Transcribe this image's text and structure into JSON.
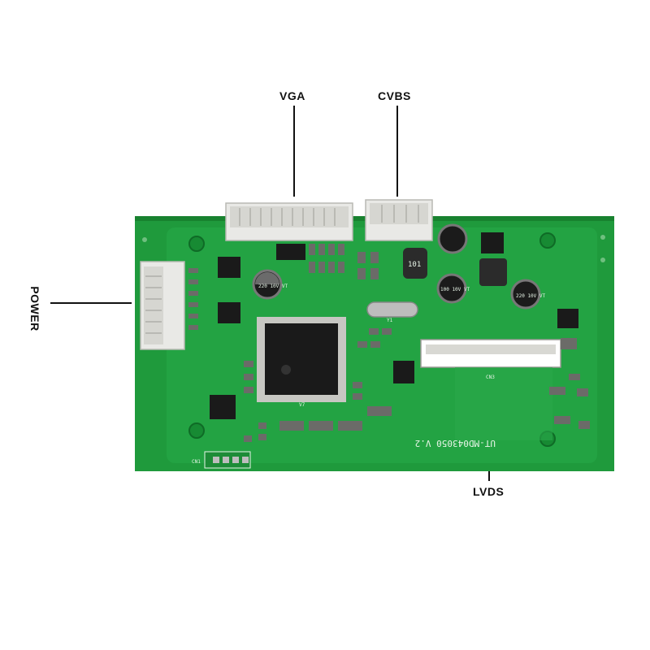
{
  "callouts": {
    "vga": "VGA",
    "cvbs": "CVBS",
    "power": "POWER",
    "lvds": "LVDS"
  },
  "board": {
    "model_marking": "UT-MD043050  V.2",
    "chip_label": "V7",
    "connector_labels": {
      "cn1": "CN1",
      "cn3": "CN3"
    },
    "cap_markings": [
      "220 10V VT",
      "100 10V VT",
      "220 10V VT"
    ],
    "inductor_marking": "101",
    "crystal_marking": "Y1"
  },
  "colors": {
    "pcb": "#1f9a3c",
    "pcb_dark": "#18822f",
    "silkscreen": "#e8f5e8",
    "chip": "#1a1a1a",
    "connector": "#e9e9e6"
  }
}
